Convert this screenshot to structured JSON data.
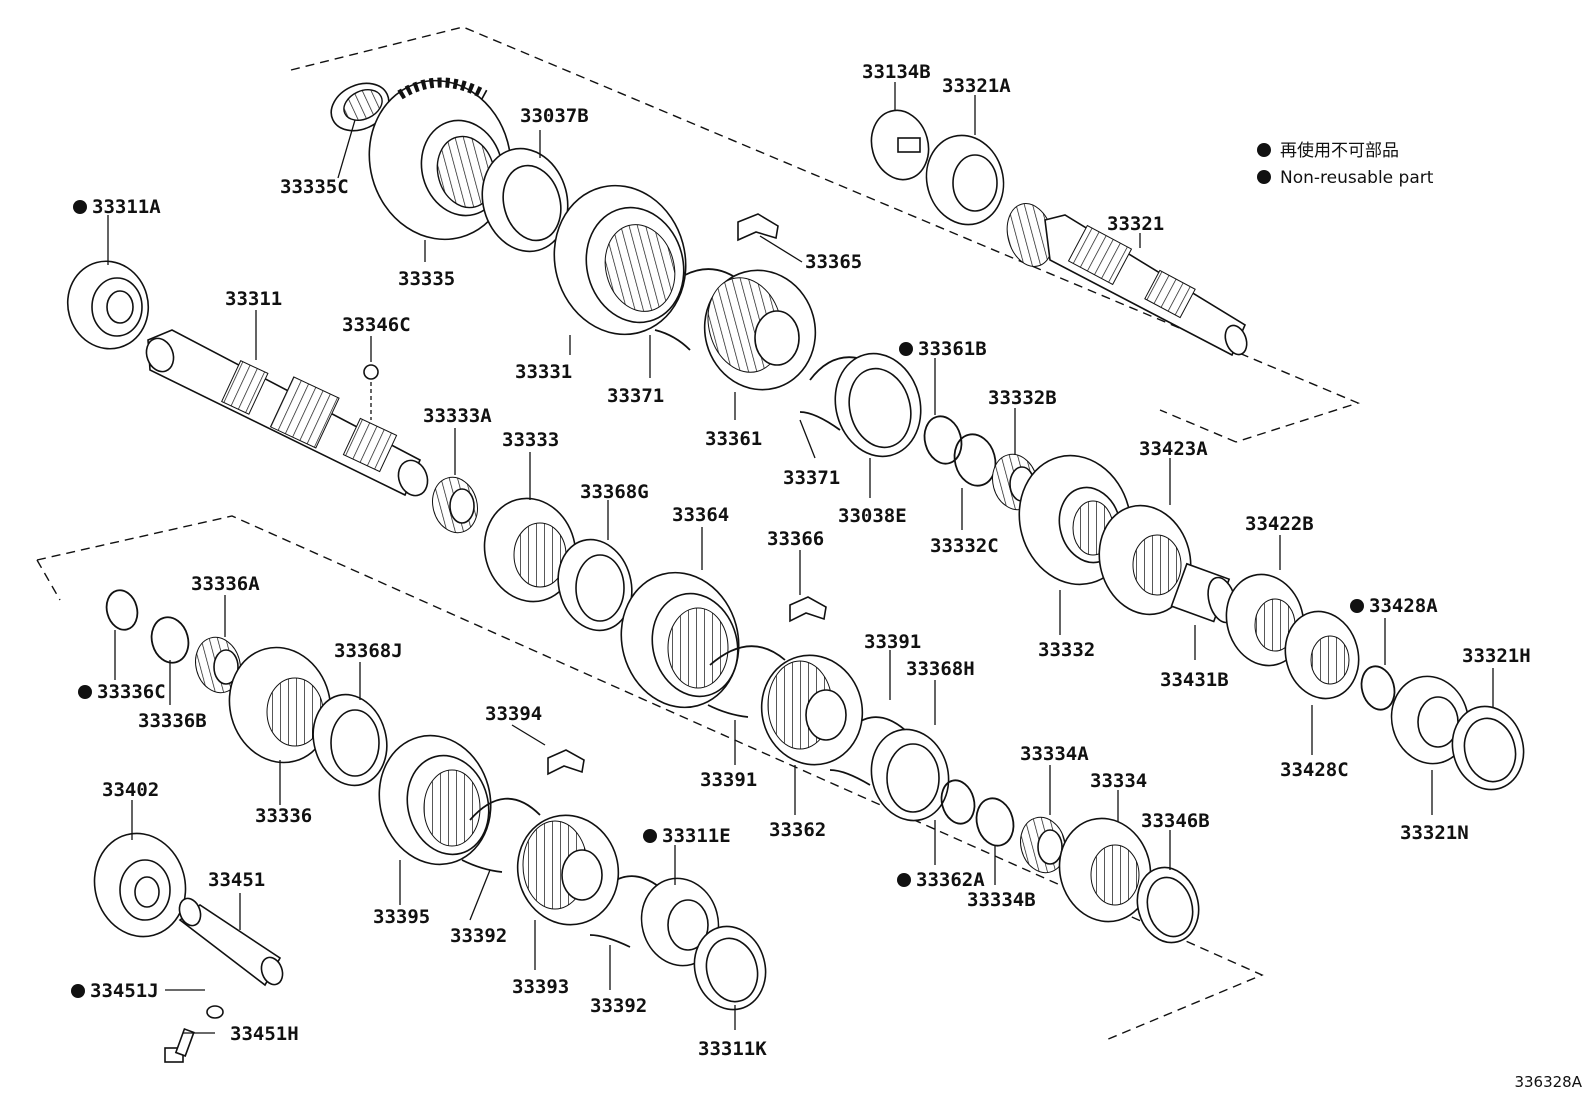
{
  "legend": {
    "japanese": "再使用不可部品",
    "english": "Non-reusable part"
  },
  "diagram_code": "336328A",
  "parts": [
    {
      "id": "p33335C",
      "number": "33335C",
      "nonreusable": false
    },
    {
      "id": "p33037B",
      "number": "33037B",
      "nonreusable": false
    },
    {
      "id": "p33311A",
      "number": "33311A",
      "nonreusable": true
    },
    {
      "id": "p33335",
      "number": "33335",
      "nonreusable": false
    },
    {
      "id": "p33311",
      "number": "33311",
      "nonreusable": false
    },
    {
      "id": "p33346C",
      "number": "33346C",
      "nonreusable": false
    },
    {
      "id": "p33331",
      "number": "33331",
      "nonreusable": false
    },
    {
      "id": "p33365",
      "number": "33365",
      "nonreusable": false
    },
    {
      "id": "p33371a",
      "number": "33371",
      "nonreusable": false
    },
    {
      "id": "p33361",
      "number": "33361",
      "nonreusable": false
    },
    {
      "id": "p33134B",
      "number": "33134B",
      "nonreusable": false
    },
    {
      "id": "p33321A",
      "number": "33321A",
      "nonreusable": false
    },
    {
      "id": "p33321",
      "number": "33321",
      "nonreusable": false
    },
    {
      "id": "p33361B",
      "number": "33361B",
      "nonreusable": true
    },
    {
      "id": "p33371b",
      "number": "33371",
      "nonreusable": false
    },
    {
      "id": "p33038E",
      "number": "33038E",
      "nonreusable": false
    },
    {
      "id": "p33332B",
      "number": "33332B",
      "nonreusable": false
    },
    {
      "id": "p33332C",
      "number": "33332C",
      "nonreusable": false
    },
    {
      "id": "p33423A",
      "number": "33423A",
      "nonreusable": false
    },
    {
      "id": "p33332",
      "number": "33332",
      "nonreusable": false
    },
    {
      "id": "p33422B",
      "number": "33422B",
      "nonreusable": false
    },
    {
      "id": "p33431B",
      "number": "33431B",
      "nonreusable": false
    },
    {
      "id": "p33428A",
      "number": "33428A",
      "nonreusable": true
    },
    {
      "id": "p33428C",
      "number": "33428C",
      "nonreusable": false
    },
    {
      "id": "p33321H",
      "number": "33321H",
      "nonreusable": false
    },
    {
      "id": "p33321N",
      "number": "33321N",
      "nonreusable": false
    },
    {
      "id": "p33333A",
      "number": "33333A",
      "nonreusable": false
    },
    {
      "id": "p33333",
      "number": "33333",
      "nonreusable": false
    },
    {
      "id": "p33368G",
      "number": "33368G",
      "nonreusable": false
    },
    {
      "id": "p33364",
      "number": "33364",
      "nonreusable": false
    },
    {
      "id": "p33366",
      "number": "33366",
      "nonreusable": false
    },
    {
      "id": "p33391a",
      "number": "33391",
      "nonreusable": false
    },
    {
      "id": "p33368H",
      "number": "33368H",
      "nonreusable": false
    },
    {
      "id": "p33391b",
      "number": "33391",
      "nonreusable": false
    },
    {
      "id": "p33362",
      "number": "33362",
      "nonreusable": false
    },
    {
      "id": "p33362A",
      "number": "33362A",
      "nonreusable": true
    },
    {
      "id": "p33334A",
      "number": "33334A",
      "nonreusable": false
    },
    {
      "id": "p33334",
      "number": "33334",
      "nonreusable": false
    },
    {
      "id": "p33346B",
      "number": "33346B",
      "nonreusable": false
    },
    {
      "id": "p33334B",
      "number": "33334B",
      "nonreusable": false
    },
    {
      "id": "p33336A",
      "number": "33336A",
      "nonreusable": false
    },
    {
      "id": "p33336C",
      "number": "33336C",
      "nonreusable": true
    },
    {
      "id": "p33336B",
      "number": "33336B",
      "nonreusable": false
    },
    {
      "id": "p33368J",
      "number": "33368J",
      "nonreusable": false
    },
    {
      "id": "p33336",
      "number": "33336",
      "nonreusable": false
    },
    {
      "id": "p33394",
      "number": "33394",
      "nonreusable": false
    },
    {
      "id": "p33402",
      "number": "33402",
      "nonreusable": false
    },
    {
      "id": "p33451",
      "number": "33451",
      "nonreusable": false
    },
    {
      "id": "p33395",
      "number": "33395",
      "nonreusable": false
    },
    {
      "id": "p33392a",
      "number": "33392",
      "nonreusable": false
    },
    {
      "id": "p33393",
      "number": "33393",
      "nonreusable": false
    },
    {
      "id": "p33311E",
      "number": "33311E",
      "nonreusable": true
    },
    {
      "id": "p33392b",
      "number": "33392",
      "nonreusable": false
    },
    {
      "id": "p33311K",
      "number": "33311K",
      "nonreusable": false
    },
    {
      "id": "p33451J",
      "number": "33451J",
      "nonreusable": true
    },
    {
      "id": "p33451H",
      "number": "33451H",
      "nonreusable": false
    }
  ]
}
